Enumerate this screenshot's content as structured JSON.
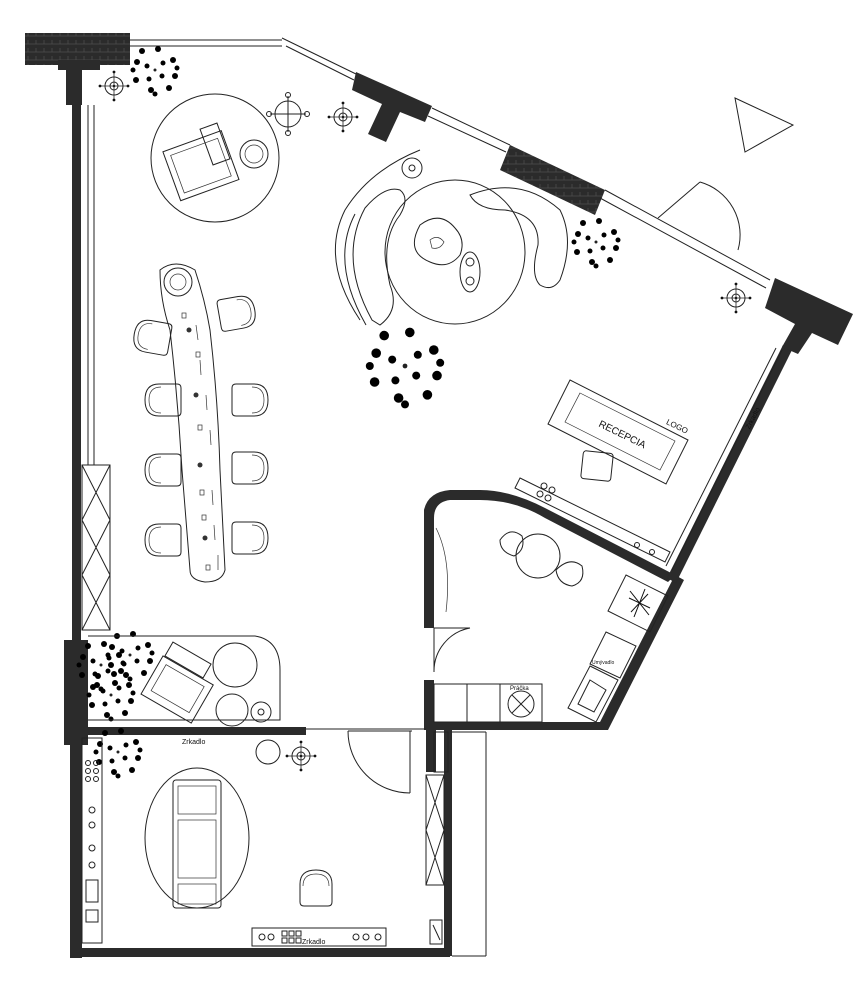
{
  "labels": {
    "recepcia": "RECEPCIA",
    "logo": "LOGO",
    "zrkadlo_right": "Zrkadlo",
    "zrkadlo_mid": "Zrkadlo",
    "zrkadlo_bottom": "Zrkadlo",
    "pracka": "Práčka",
    "umyvadlo": "Umývadlo"
  },
  "icons": {
    "north_arrow": "triangle-icon",
    "plants": "plant-icon",
    "ceiling_lights": "ceiling-light-icon",
    "freezer": "snowflake-icon"
  },
  "colors": {
    "wall": "#2b2b2b",
    "line": "#222222",
    "background": "#ffffff"
  }
}
